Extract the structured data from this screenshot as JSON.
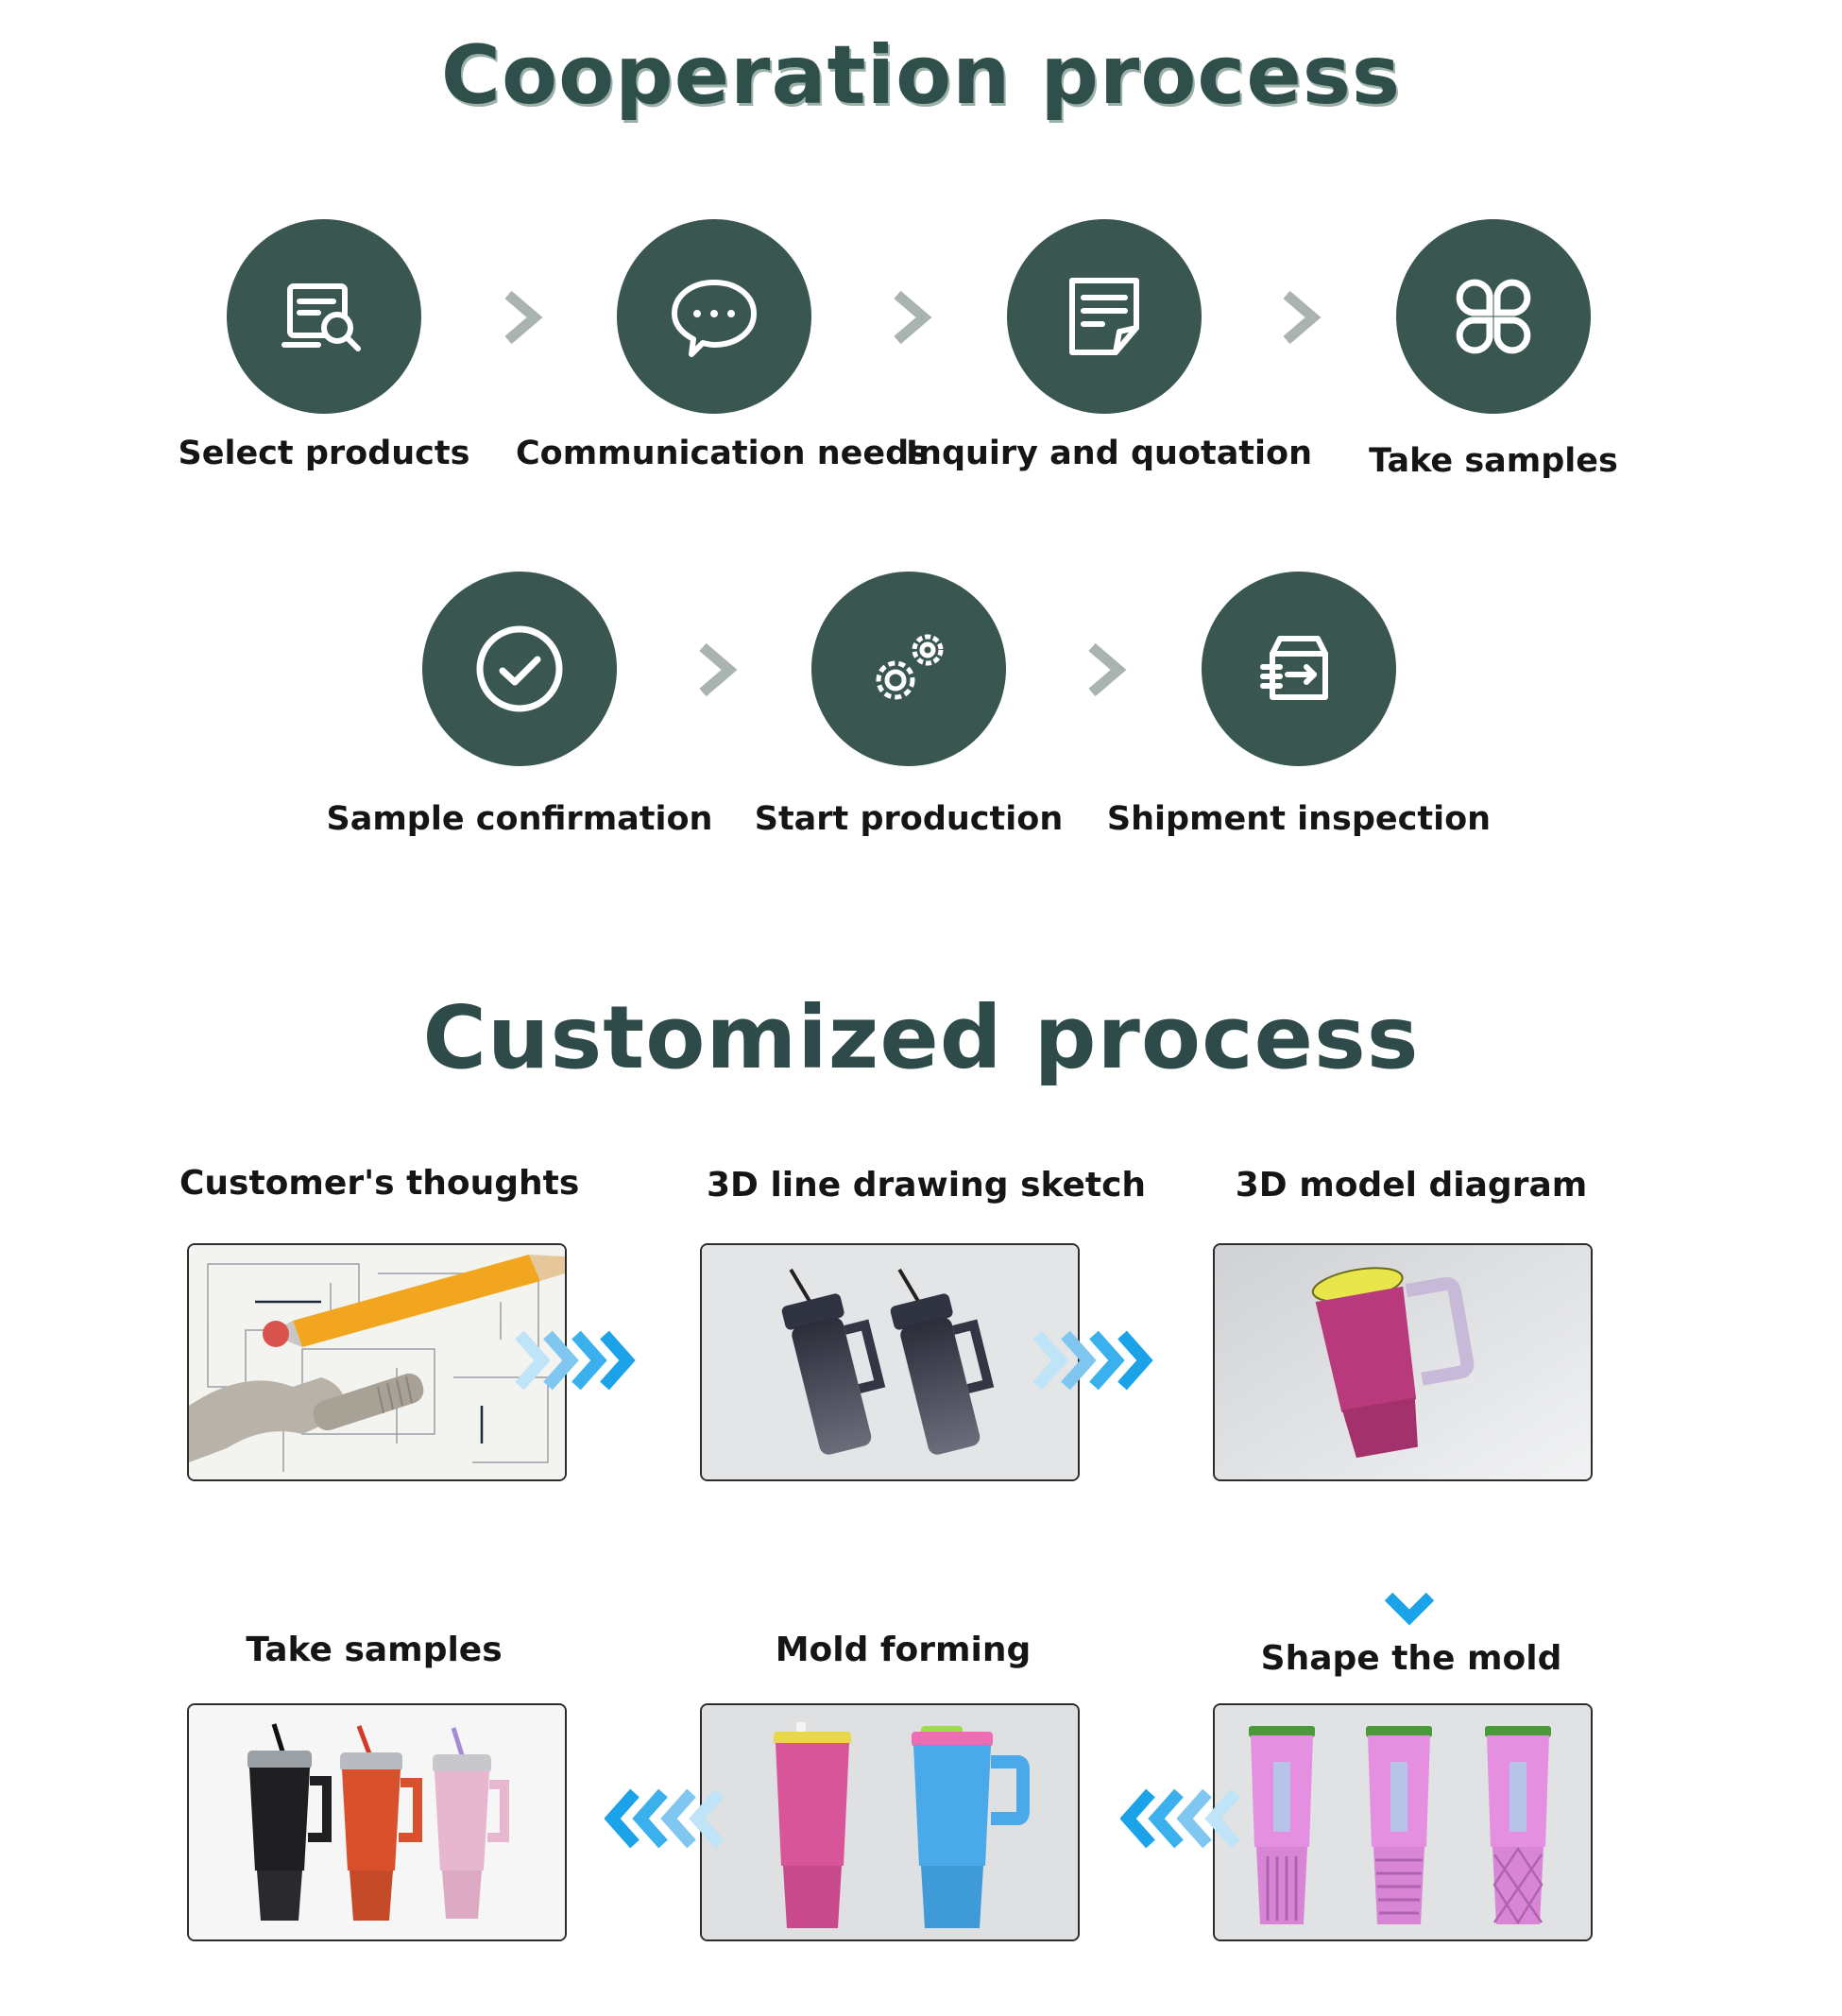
{
  "cooperation": {
    "title": "Cooperation process",
    "steps": [
      {
        "label": "Select products",
        "icon": "document-search-icon"
      },
      {
        "label": "Communication needs",
        "icon": "chat-bubble-icon"
      },
      {
        "label": "Inquiry and quotation",
        "icon": "quote-note-icon"
      },
      {
        "label": "Take samples",
        "icon": "four-petal-icon"
      },
      {
        "label": "Sample confirmation",
        "icon": "check-circle-icon"
      },
      {
        "label": "Start production",
        "icon": "gears-icon"
      },
      {
        "label": "Shipment inspection",
        "icon": "box-arrow-icon"
      }
    ]
  },
  "customized": {
    "title": "Customized process",
    "steps": [
      {
        "label": "Customer's thoughts"
      },
      {
        "label": "3D line drawing sketch"
      },
      {
        "label": "3D model diagram"
      },
      {
        "label": "Shape the mold"
      },
      {
        "label": "Mold forming"
      },
      {
        "label": "Take samples"
      }
    ]
  },
  "colors": {
    "circle": "#3a5650",
    "title": "#2f4f4a",
    "chevron_gray": "#a9b4b0",
    "arrow_blue": "#1aa3e8"
  }
}
